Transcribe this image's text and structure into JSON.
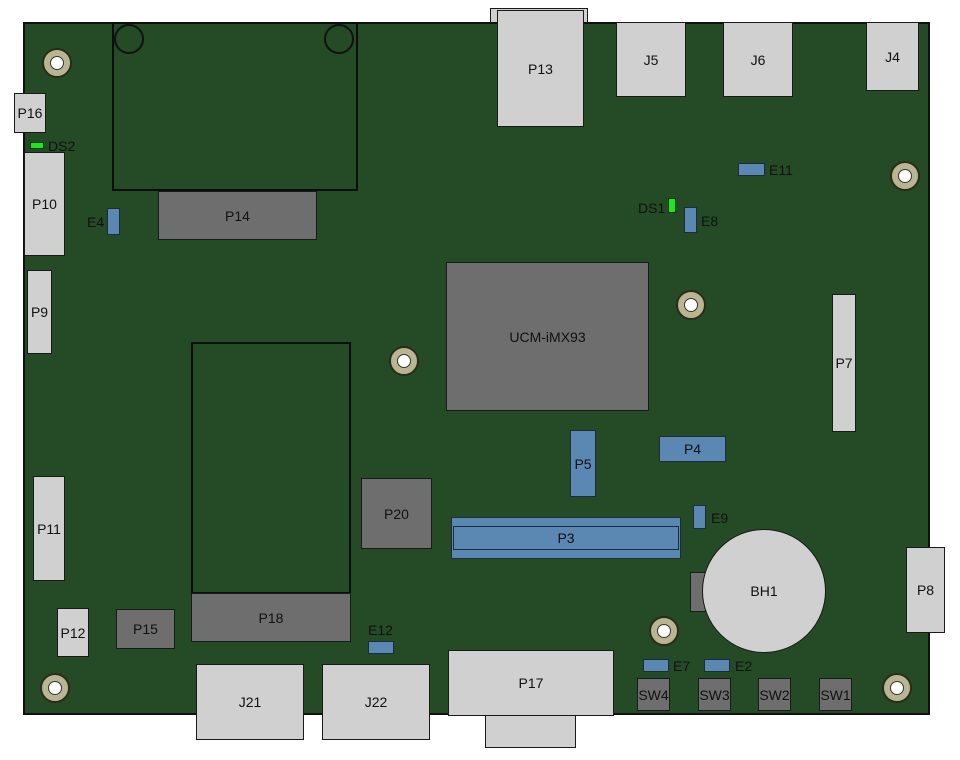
{
  "labels": {
    "P13": "P13",
    "J5": "J5",
    "J6": "J6",
    "J4": "J4",
    "P16": "P16",
    "DS2": "DS2",
    "P10": "P10",
    "E4": "E4",
    "P14": "P14",
    "E11": "E11",
    "DS1": "DS1",
    "E8": "E8",
    "P9": "P9",
    "UCM": "UCM-iMX93",
    "P7": "P7",
    "P5": "P5",
    "P4": "P4",
    "P11": "P11",
    "P20": "P20",
    "E9": "E9",
    "P3": "P3",
    "BH1": "BH1",
    "P8": "P8",
    "P18": "P18",
    "P15": "P15",
    "P12": "P12",
    "E12": "E12",
    "E7": "E7",
    "E2": "E2",
    "J21": "J21",
    "J22": "J22",
    "P17": "P17",
    "SW4": "SW4",
    "SW3": "SW3",
    "SW2": "SW2",
    "SW1": "SW1"
  },
  "colors": {
    "pcb": "#244b25",
    "connector_light": "#d0d0d0",
    "component_dark": "#6e6e6e",
    "header_blue": "#5b87b3",
    "led_green": "#1ee61e",
    "mount_ring": "#b9b592"
  }
}
